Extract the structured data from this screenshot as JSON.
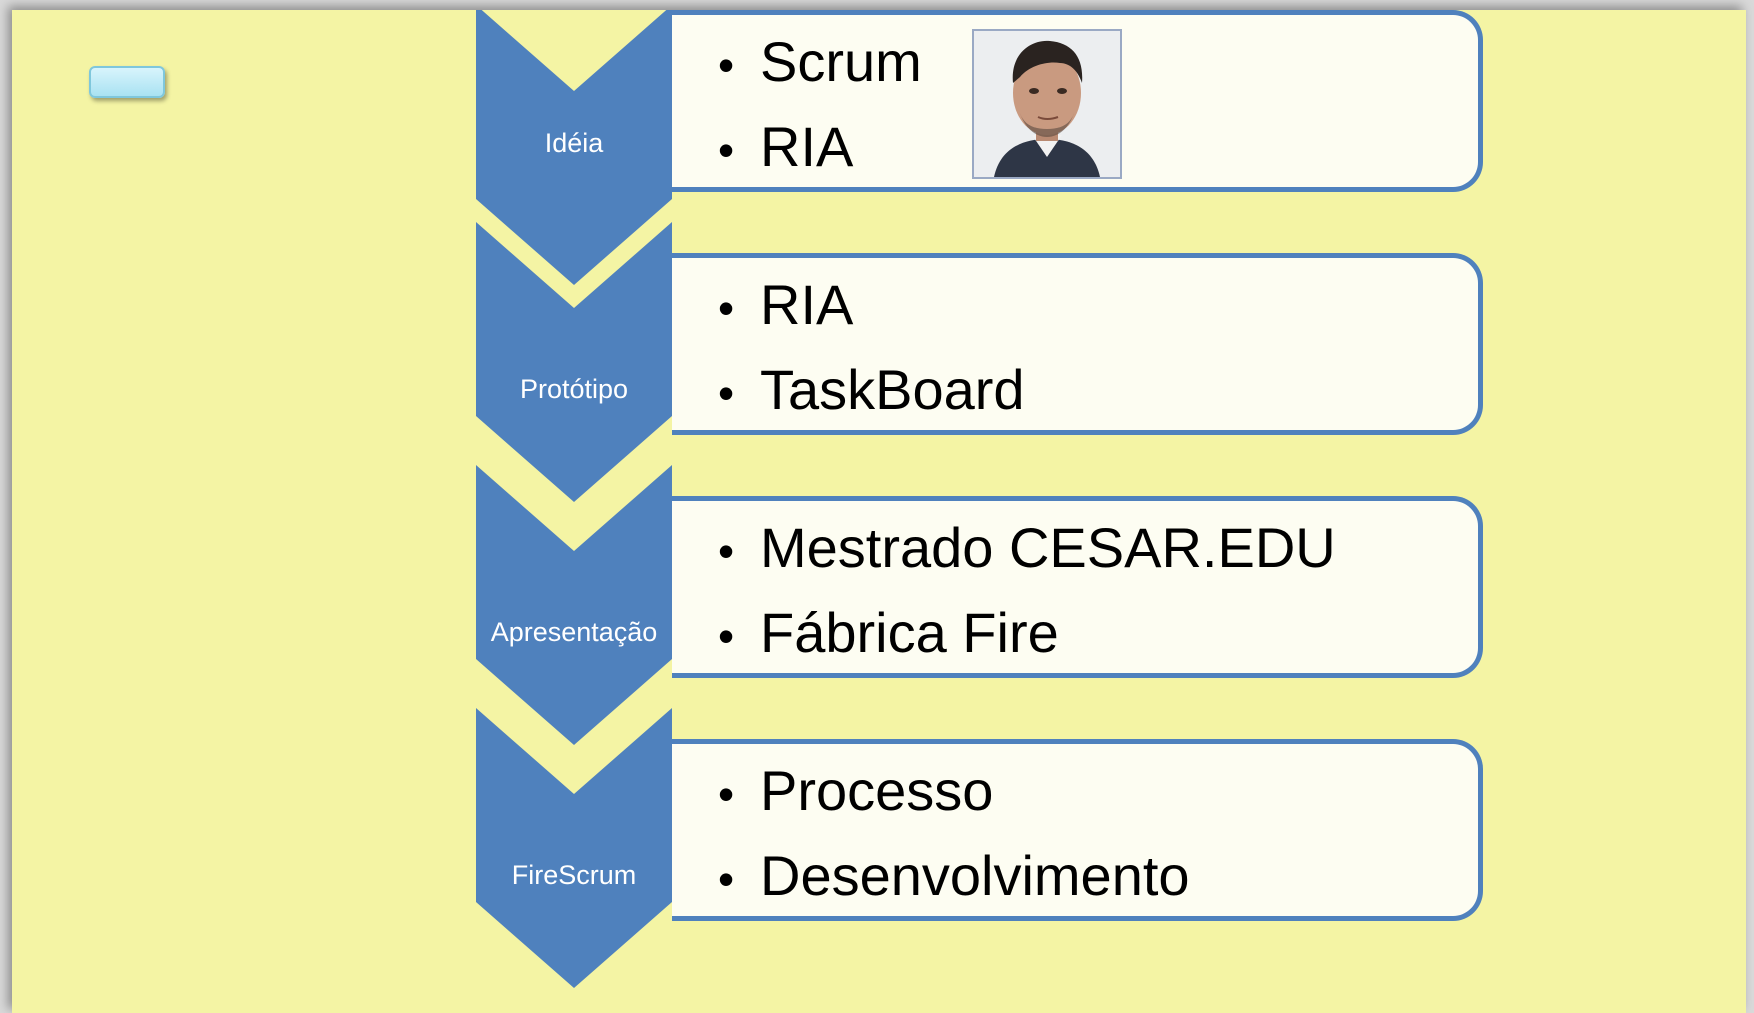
{
  "diagram": {
    "colors": {
      "background": "#f4f4a4",
      "chevron": "#4f81bd",
      "box_border": "#4f81bd",
      "box_fill": "#fdfdf2",
      "label_text": "#ffffff"
    },
    "steps": [
      {
        "label": "Idéia",
        "items": [
          "Scrum",
          "RIA"
        ]
      },
      {
        "label": "Protótipo",
        "items": [
          "RIA",
          "TaskBoard"
        ]
      },
      {
        "label": "Apresentação",
        "items": [
          "Mestrado CESAR.EDU",
          "Fábrica Fire"
        ]
      },
      {
        "label": "FireScrum",
        "items": [
          "Processo",
          "Desenvolvimento"
        ]
      }
    ],
    "bullet": "•",
    "photo_icon": "person-photo-icon"
  }
}
